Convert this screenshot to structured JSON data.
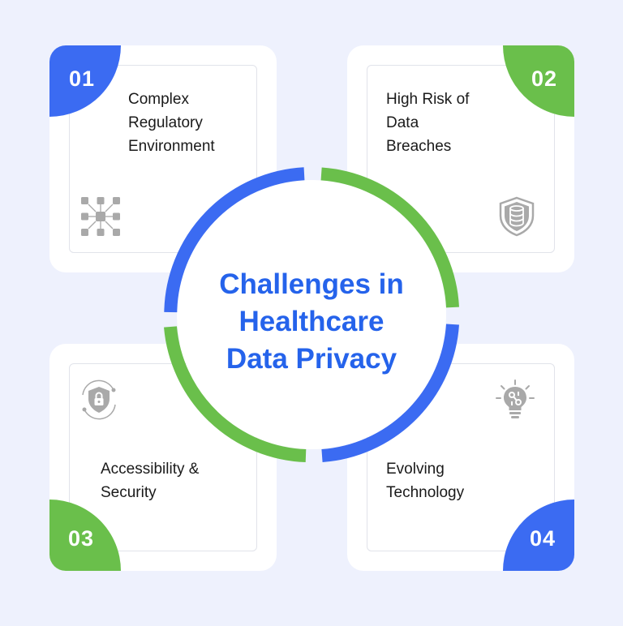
{
  "title": "Challenges in\nHealthcare\nData Privacy",
  "colors": {
    "blue": "#3b6bf2",
    "green": "#6abf4b",
    "title_blue": "#2563eb",
    "background": "#eef1fd",
    "icon_gray": "#a9a9a9"
  },
  "cards": [
    {
      "number": "01",
      "label": "Complex\nRegulatory\nEnvironment",
      "icon": "network-grid-icon",
      "badge_color": "blue"
    },
    {
      "number": "02",
      "label": "High Risk of\nData\nBreaches",
      "icon": "database-shield-icon",
      "badge_color": "green"
    },
    {
      "number": "03",
      "label": "Accessibility &\nSecurity",
      "icon": "lock-shield-icon",
      "badge_color": "green"
    },
    {
      "number": "04",
      "label": "Evolving\nTechnology",
      "icon": "lightbulb-tech-icon",
      "badge_color": "blue"
    }
  ]
}
